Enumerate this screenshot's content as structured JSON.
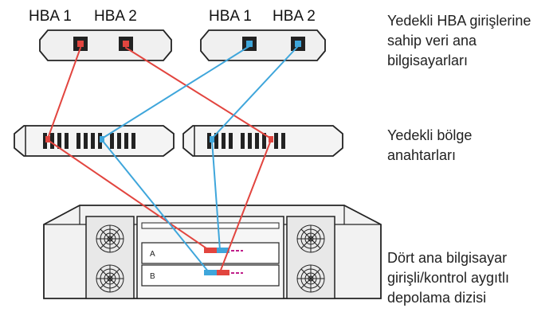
{
  "hosts": [
    {
      "ports": [
        "HBA 1",
        "HBA 2"
      ]
    },
    {
      "ports": [
        "HBA 1",
        "HBA 2"
      ]
    }
  ],
  "array": {
    "controllers": [
      "A",
      "B"
    ]
  },
  "descriptions": {
    "hosts": [
      "Yedekli HBA girişlerine",
      "sahip veri ana",
      "bilgisayarları"
    ],
    "switches": [
      "Yedekli bölge",
      "anahtarları"
    ],
    "storage": [
      "Dört ana bilgisayar",
      "girişli/kontrol aygıtlı",
      "depolama dizisi"
    ]
  },
  "colors": {
    "red_cable": "#e2453f",
    "blue_cable": "#3fa6db"
  }
}
